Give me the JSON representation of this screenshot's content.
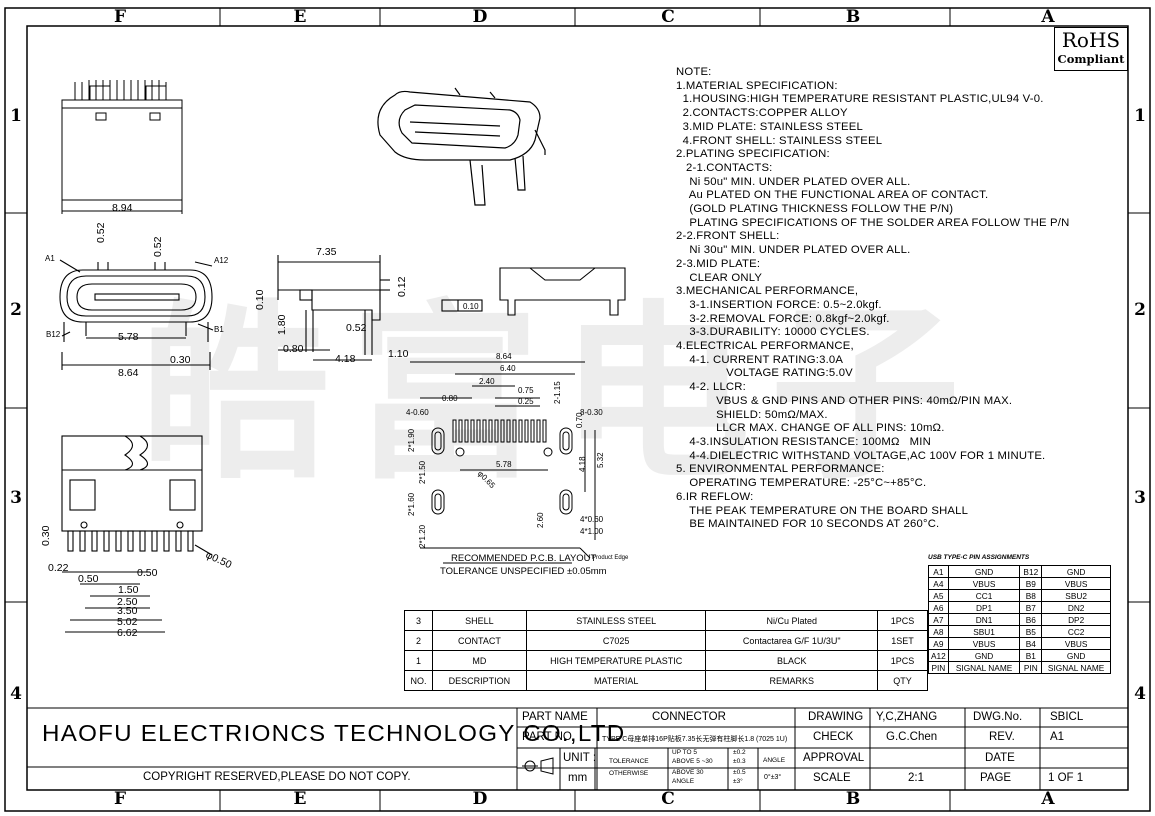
{
  "grid": {
    "columns": [
      "F",
      "E",
      "D",
      "C",
      "B",
      "A"
    ],
    "rows": [
      "1",
      "2",
      "3",
      "4"
    ]
  },
  "rohs": {
    "line1": "RoHS",
    "line2": "Compliant"
  },
  "watermark": "皓富电子",
  "notes": [
    "NOTE:",
    "1.MATERIAL SPECIFICATION:",
    "  1.HOUSING:HIGH TEMPERATURE RESISTANT PLASTIC,UL94 V-0.",
    "  2.CONTACTS:COPPER ALLOY",
    "  3.MID PLATE: STAINLESS STEEL",
    "  4.FRONT SHELL: STAINLESS STEEL",
    "2.PLATING SPECIFICATION:",
    "   2-1.CONTACTS:",
    "    Ni 50u\" MIN. UNDER PLATED OVER ALL.",
    "    Au PLATED ON THE FUNCTIONAL AREA OF CONTACT.",
    "    (GOLD PLATING THICKNESS FOLLOW THE P/N)",
    "    PLATING SPECIFICATIONS OF THE SOLDER AREA FOLLOW THE P/N",
    "2-2.FRONT SHELL:",
    "    Ni 30u\" MIN. UNDER PLATED OVER ALL.",
    "2-3.MID PLATE:",
    "    CLEAR ONLY",
    "3.MECHANICAL PERFORMANCE,",
    "    3-1.INSERTION FORCE: 0.5~2.0kgf.",
    "    3-2.REMOVAL FORCE: 0.8kgf~2.0kgf.",
    "    3-3.DURABILITY: 10000 CYCLES.",
    "4.ELECTRICAL PERFORMANCE,",
    "    4-1. CURRENT RATING:3.0A",
    "               VOLTAGE RATING:5.0V",
    "    4-2. LLCR:",
    "            VBUS & GND PINS AND OTHER PINS: 40mΩ/PIN MAX.",
    "            SHIELD: 50mΩ/MAX.",
    "            LLCR MAX. CHANGE OF ALL PINS: 10mΩ.",
    "    4-3.INSULATION RESISTANCE: 100MΩ   MIN",
    "    4-4.DIELECTRIC WITHSTAND VOLTAGE,AC 100V FOR 1 MINUTE.",
    "5. ENVIRONMENTAL PERFORMANCE:",
    "    OPERATING TEMPERATURE: -25°C~+85°C.",
    "6.IR REFLOW:",
    "    THE PEAK TEMPERATURE ON THE BOARD SHALL",
    "    BE MAINTAINED FOR 10 SECONDS AT 260°C."
  ],
  "dims": {
    "top_view_width": "8.94",
    "front_a1": "A1",
    "front_a12": "A12",
    "front_b12": "B12",
    "front_b1": "B1",
    "front_052a": "0.52",
    "front_052b": "0.52",
    "front_578": "5.78",
    "front_030": "0.30",
    "front_864": "8.64",
    "side_735": "7.35",
    "side_010": "0.10",
    "side_012": "0.12",
    "side_180": "1.80",
    "side_052": "0.52",
    "side_080": "0.80",
    "side_418": "4.18",
    "side_110": "1.10",
    "flat_010": "0.10",
    "bottom_030": "0.30",
    "bottom_022": "0.22",
    "bottom_050a": "0.50",
    "bottom_050b": "0.50",
    "bottom_150": "1.50",
    "bottom_250": "2.50",
    "bottom_350": "3.50",
    "bottom_502": "5.02",
    "bottom_662": "6.62",
    "bottom_phi050": "φ0.50",
    "pcb_864": "8.64",
    "pcb_640": "6.40",
    "pcb_240": "2.40",
    "pcb_080": "0.80",
    "pcb_075": "0.75",
    "pcb_025": "0.25",
    "pcb_115": "2-1.15",
    "pcb_4060": "4-0.60",
    "pcb_8030": "8-0.30",
    "pcb_2190": "2*1.90",
    "pcb_2150": "2*1.50",
    "pcb_2160": "2*1.60",
    "pcb_2120": "2*1.20",
    "pcb_578": "5.78",
    "pcb_065": "φ0.65",
    "pcb_418": "4.18",
    "pcb_532": "5.32",
    "pcb_070": "0.70",
    "pcb_260": "2.60",
    "pcb_4060b": "4*0.60",
    "pcb_4100": "4*1.00",
    "pcb_caption": "RECOMMENDED  P.C.B. LAYOUT",
    "pcb_tolerance": "TOLERANCE UNSPECIFIED ±0.05mm",
    "pcb_edge": "Product Edge"
  },
  "bom": {
    "rows": [
      [
        "3",
        "SHELL",
        "STAINLESS STEEL",
        "Ni/Cu Plated",
        "1PCS"
      ],
      [
        "2",
        "CONTACT",
        "C7025",
        "Contactarea G/F 1U/3U\"",
        "1SET"
      ],
      [
        "1",
        "MD",
        "HIGH TEMPERATURE PLASTIC",
        "BLACK",
        "1PCS"
      ]
    ],
    "header": [
      "NO.",
      "DESCRIPTION",
      "MATERIAL",
      "REMARKS",
      "QTY"
    ]
  },
  "pin_table": {
    "title": "USB TYPE-C PIN ASSIGNMENTS",
    "rows": [
      [
        "A1",
        "GND",
        "B12",
        "GND"
      ],
      [
        "A4",
        "VBUS",
        "B9",
        "VBUS"
      ],
      [
        "A5",
        "CC1",
        "B8",
        "SBU2"
      ],
      [
        "A6",
        "DP1",
        "B7",
        "DN2"
      ],
      [
        "A7",
        "DN1",
        "B6",
        "DP2"
      ],
      [
        "A8",
        "SBU1",
        "B5",
        "CC2"
      ],
      [
        "A9",
        "VBUS",
        "B4",
        "VBUS"
      ],
      [
        "A12",
        "GND",
        "B1",
        "GND"
      ]
    ],
    "header": [
      "PIN",
      "SIGNAL NAME",
      "PIN",
      "SIGNAL NAME"
    ]
  },
  "title_block": {
    "company": "HAOFU ELECTRIONCS TECHNOLOGY CO.,LTD",
    "copyright": "COPYRIGHT RESERVED,PLEASE DO NOT COPY.",
    "part_name_label": "PART NAME",
    "part_name": "CONNECTOR",
    "part_no_label": "PART NO.",
    "part_no": "TYPE C母座单排16P贴板7.35长无弹有柱脚长1.8 (7025 1U)",
    "unit_label": "UNIT :",
    "unit": "mm",
    "tolerance_label": "TOLERANCE",
    "otherwise_label": "OTHERWISE",
    "tol1": "UP TO 5",
    "tol1v": "±0.2",
    "tol2": "ABOVE 5 ~30",
    "tol2v": "±0.3",
    "tol3": "ABOVE 30",
    "tol3v": "±0.5",
    "tol4": "ANGLE",
    "tol4v": "±3°",
    "angle_label": "ANGLE",
    "angle_value": "0°±3°",
    "drawing_label": "DRAWING",
    "drawing": "Y,C,ZHANG",
    "check_label": "CHECK",
    "check": "G.C.Chen",
    "approval_label": "APPROVAL",
    "approval": "",
    "scale_label": "SCALE",
    "scale": "2:1",
    "dwg_label": "DWG.No.",
    "dwg": "SBICL",
    "rev_label": "REV.",
    "rev": "A1",
    "date_label": "DATE",
    "date": "",
    "page_label": "PAGE",
    "page": "1 OF 1"
  }
}
